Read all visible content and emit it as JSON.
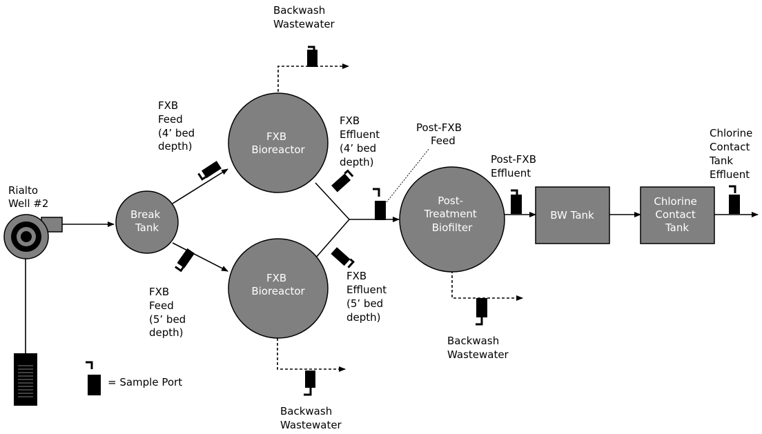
{
  "labels": {
    "well": [
      "Rialto",
      "Well #2"
    ],
    "break_tank": [
      "Break",
      "Tank"
    ],
    "fxb_top": [
      "FXB",
      "Bioreactor"
    ],
    "fxb_bottom": [
      "FXB",
      "Bioreactor"
    ],
    "post_treatment": [
      "Post-",
      "Treatment",
      "Biofilter"
    ],
    "bw_tank": [
      "BW Tank"
    ],
    "chlorine_tank": [
      "Chlorine",
      "Contact",
      "Tank"
    ],
    "fxb_feed_4": [
      "FXB",
      "Feed",
      "(4’ bed",
      "depth)"
    ],
    "fxb_feed_5": [
      "FXB",
      "Feed",
      "(5’ bed",
      "depth)"
    ],
    "fxb_effluent_4": [
      "FXB",
      "Effluent",
      "(4’ bed",
      "depth)"
    ],
    "fxb_effluent_5": [
      "FXB",
      "Effluent",
      "(5’ bed",
      "depth)"
    ],
    "post_fxb_feed": [
      "Post-FXB",
      "Feed"
    ],
    "post_fxb_effluent": [
      "Post-FXB",
      "Effluent"
    ],
    "chlorine_effluent": [
      "Chlorine",
      "Contact",
      "Tank",
      "Effluent"
    ],
    "backwash_top": [
      "Backwash",
      "Wastewater"
    ],
    "backwash_bottom": [
      "Backwash",
      "Wastewater"
    ],
    "backwash_post": [
      "Backwash",
      "Wastewater"
    ],
    "legend": "= Sample Port"
  },
  "colors": {
    "node_fill": "#808080",
    "node_text": "#ffffff",
    "line": "#000000"
  }
}
